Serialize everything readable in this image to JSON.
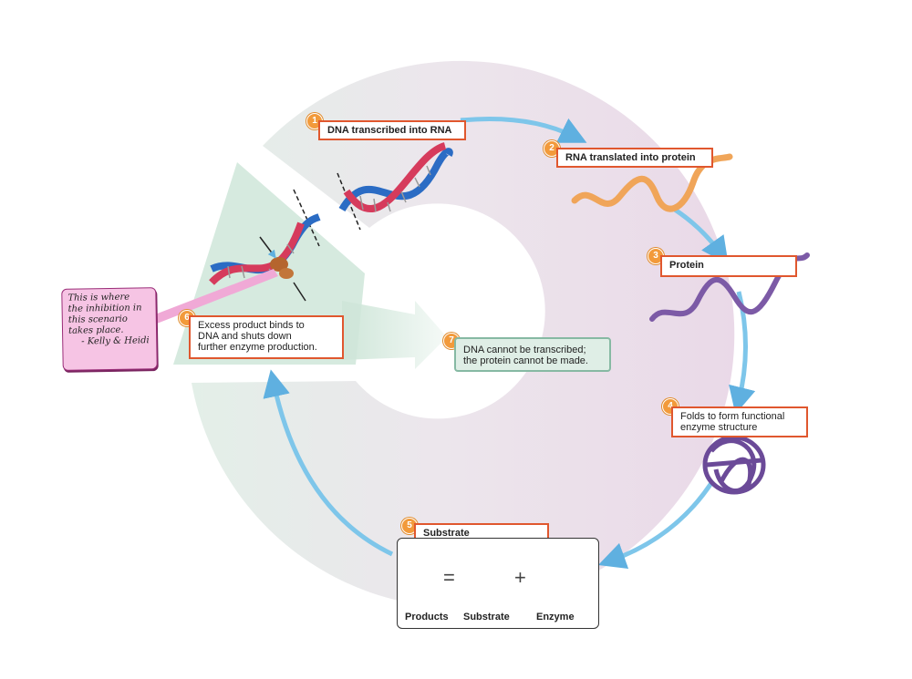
{
  "steps": [
    {
      "num": "1",
      "label": "DNA transcribed into RNA"
    },
    {
      "num": "2",
      "label": "RNA translated into protein"
    },
    {
      "num": "3",
      "label": "Protein"
    },
    {
      "num": "4",
      "label_line1": "Folds to form functional",
      "label_line2": "enzyme structure"
    },
    {
      "num": "5",
      "label": "Substrate"
    },
    {
      "num": "6",
      "label_line1": "Excess product binds to",
      "label_line2": "DNA and shuts down",
      "label_line3": "further enzyme production."
    },
    {
      "num": "7",
      "label_line1": "DNA cannot be transcribed;",
      "label_line2": "the protein cannot be made."
    }
  ],
  "note": {
    "line1": "This is where",
    "line2": "the inhibition in",
    "line3": "this scenario",
    "line4": "takes place.",
    "line5": "- Kelly & Heidi"
  },
  "legend": {
    "products": "Products",
    "substrate": "Substrate",
    "enzyme": "Enzyme",
    "equals": "=",
    "plus": "+"
  },
  "colors": {
    "accent_orange": "#e0572e",
    "badge_orange": "#f29a3b",
    "arrow_blue": "#7ec6ea",
    "ring_pink": "#eedbe9",
    "ring_green": "#dcebe3",
    "note_pink": "#f6c4e4",
    "protein_purple": "#7c5aa6",
    "rna_orange": "#f0a559"
  }
}
